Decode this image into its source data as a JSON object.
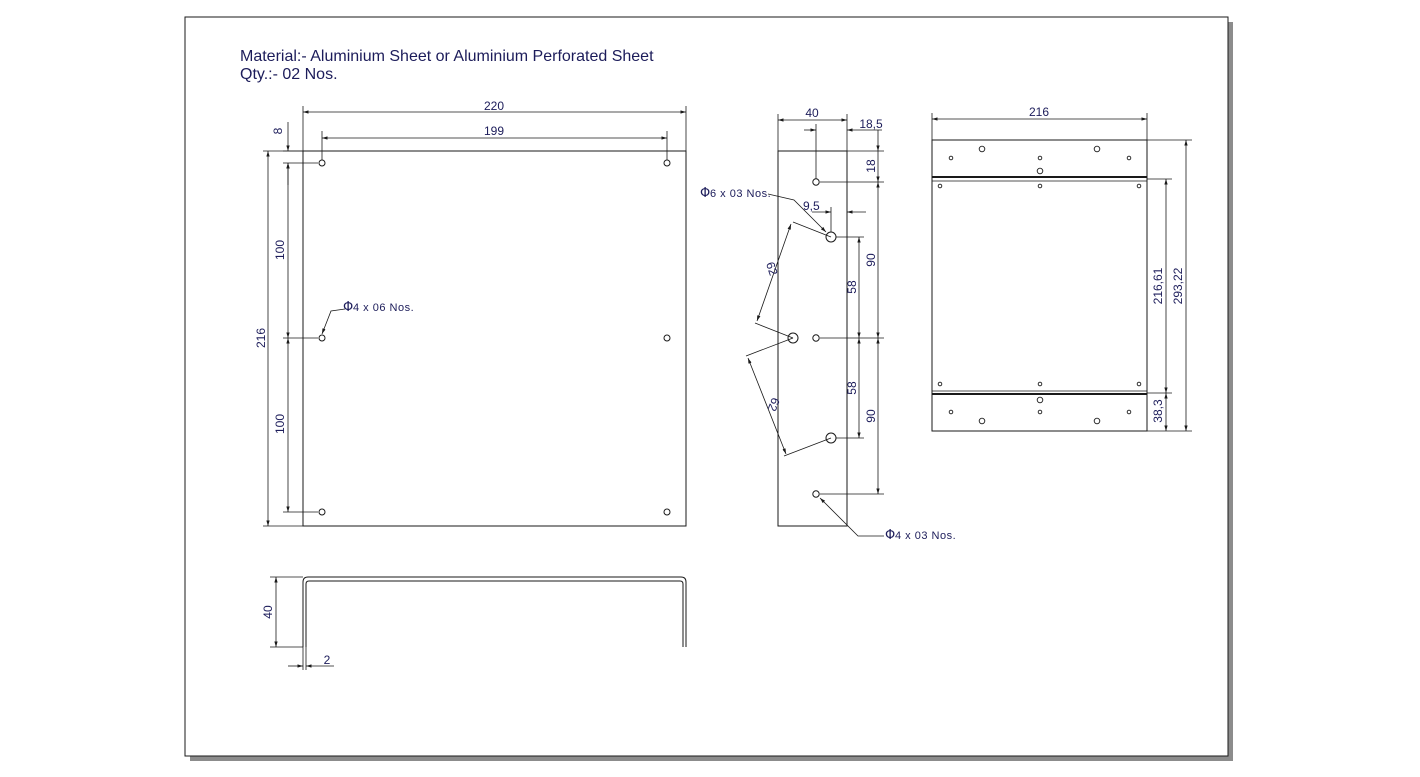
{
  "notes": {
    "material": "Material:- Aluminium Sheet or Aluminium Perforated Sheet",
    "qty": "Qty.:- 02 Nos."
  },
  "front_view": {
    "dims": {
      "overall_width": "220",
      "hole_spacing": "199",
      "edge_offset": "8",
      "overall_height": "216",
      "upper_pitch": "100",
      "lower_pitch": "100"
    },
    "hole_callout": {
      "symbol": "Φ",
      "text": "4 x 06 Nos."
    }
  },
  "bent_profile": {
    "dims": {
      "flange_height": "40",
      "thickness": "2"
    }
  },
  "side_view": {
    "dims": {
      "flange_width": "40",
      "right_offset": "18,5",
      "top_offset": "18",
      "hole_offset": "9,5",
      "upper_pitch": "90",
      "lower_pitch": "90",
      "upper_inner": "58",
      "lower_inner": "58",
      "diag_upper": "62",
      "diag_lower": "62"
    },
    "large_hole_callout": {
      "symbol": "Φ",
      "text": "6 x 03 Nos."
    },
    "small_hole_callout": {
      "symbol": "Φ",
      "text": "4 x 03 Nos."
    }
  },
  "assembly_view": {
    "dims": {
      "width": "216",
      "inner_height": "216,61",
      "overall_height": "293,22",
      "bottom_flange": "38,3"
    }
  },
  "colors": {
    "line": "#1a1a1a",
    "text": "#1c1c5a",
    "shadow": "#8c8c8c",
    "paper": "#ffffff"
  }
}
